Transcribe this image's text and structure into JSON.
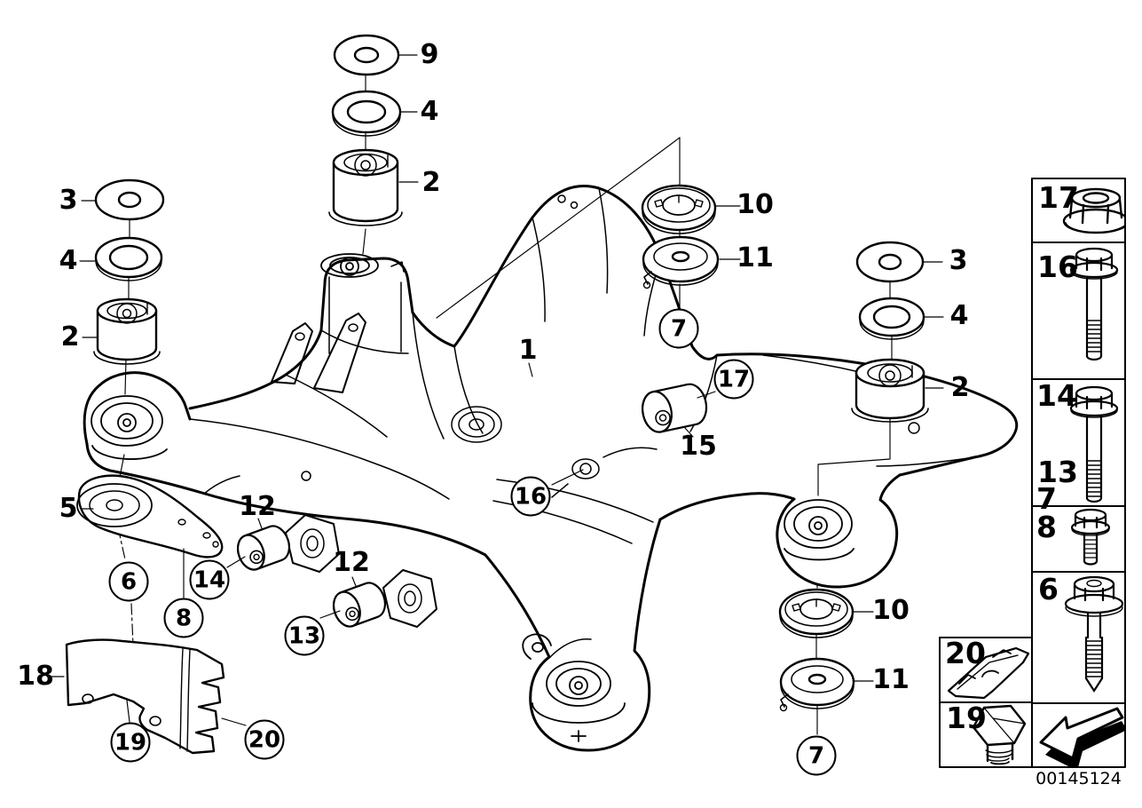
{
  "image_id": "00145124",
  "colors": {
    "line": "#000000",
    "background": "#ffffff"
  },
  "callouts": [
    {
      "label": "9",
      "style": "plain"
    },
    {
      "label": "4",
      "style": "plain"
    },
    {
      "label": "2",
      "style": "plain"
    },
    {
      "label": "3",
      "style": "plain"
    },
    {
      "label": "4",
      "style": "plain"
    },
    {
      "label": "2",
      "style": "plain"
    },
    {
      "label": "1",
      "style": "plain"
    },
    {
      "label": "10",
      "style": "plain"
    },
    {
      "label": "11",
      "style": "plain"
    },
    {
      "label": "7",
      "style": "circled"
    },
    {
      "label": "17",
      "style": "circled"
    },
    {
      "label": "15",
      "style": "plain"
    },
    {
      "label": "3",
      "style": "plain"
    },
    {
      "label": "4",
      "style": "plain"
    },
    {
      "label": "2",
      "style": "plain"
    },
    {
      "label": "16",
      "style": "circled"
    },
    {
      "label": "5",
      "style": "plain"
    },
    {
      "label": "12",
      "style": "plain"
    },
    {
      "label": "6",
      "style": "circled"
    },
    {
      "label": "14",
      "style": "circled"
    },
    {
      "label": "8",
      "style": "circled"
    },
    {
      "label": "12",
      "style": "plain"
    },
    {
      "label": "13",
      "style": "circled"
    },
    {
      "label": "18",
      "style": "plain"
    },
    {
      "label": "19",
      "style": "circled"
    },
    {
      "label": "20",
      "style": "circled"
    },
    {
      "label": "10",
      "style": "plain"
    },
    {
      "label": "11",
      "style": "plain"
    },
    {
      "label": "7",
      "style": "circled"
    }
  ],
  "legend": {
    "cells": [
      {
        "label": "17",
        "icon": "flange-nut"
      },
      {
        "label": "16",
        "icon": "hex-flange-bolt-long"
      },
      {
        "label": "14",
        "secondary_labels": [
          "13",
          "7"
        ],
        "icon": "hex-flange-bolt-long"
      },
      {
        "label": "8",
        "icon": "hex-flange-bolt-short"
      },
      {
        "label": "6",
        "icon": "washer-flange-bolt"
      }
    ],
    "mini_cells": [
      {
        "label": "20",
        "icon": "retaining-clip"
      },
      {
        "label": "19",
        "icon": "screw-plug"
      }
    ],
    "nav_icon": "back-arrow"
  }
}
